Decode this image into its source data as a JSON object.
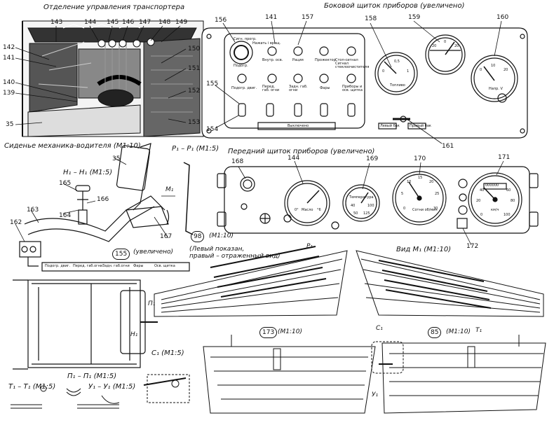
{
  "titles": {
    "control_compartment": "Отделение управления транспортера",
    "side_panel": "Боковой щиток приборов (увеличено)",
    "front_panel": "Передний щиток приборов (увеличено)",
    "driver_seat": "Сиденье механика-водителя (М1:10)",
    "section_p1": "P₁ – P₁ (М1:5)",
    "section_h1": "H₁ – H₁ (М1:5)",
    "view_m1": "Вид M₁ (М1:10)",
    "left_shown": "(Левый показан,",
    "right_mirror": "правый – отраженный вид)",
    "part98": "(М1:10)",
    "part173": "(М1:10)",
    "part85": "(М1:10)",
    "part155": "(увеличено)",
    "section_c1": "C₁ (М1:5)",
    "section_t1": "T₁ – T₁ (М1:5)",
    "section_pi1": "П₁ – П₁ (М1:5)",
    "section_u1": "У₁ – У₁ (М1:5)"
  },
  "callouts": {
    "c35": "35",
    "c139": "139",
    "c140": "140",
    "c141": "141",
    "c142": "142",
    "c143": "143",
    "c144": "144",
    "c145": "145",
    "c146": "146",
    "c147": "147",
    "c148": "148",
    "c149": "149",
    "c150": "150",
    "c151": "151",
    "c152": "152",
    "c153": "153",
    "c154": "154",
    "c155": "155",
    "c156": "156",
    "c157": "157",
    "c158": "158",
    "c159": "159",
    "c160": "160",
    "c161": "161",
    "c162": "162",
    "c163": "163",
    "c164": "164",
    "c165": "165",
    "c166": "166",
    "c167": "167",
    "c168": "168",
    "c169": "169",
    "c170": "170",
    "c171": "171",
    "c172": "172",
    "c98": "98",
    "c173": "173",
    "c85": "85",
    "c155b": "155"
  },
  "side_panel_labels": {
    "vnutr": "Внутр. осв.",
    "radio": "Рация",
    "projector": "Прожектор",
    "stop": "Стоп-сигнал Сигнал стеклоочистителя",
    "podogr": "Подогр. двиг.",
    "pered": "Перед. габ. огни",
    "zadn": "Задн. габ. огни",
    "fary": "Фары",
    "pribory": "Приборы и осв. щитка",
    "vykl": "Выключено",
    "toplivo": "Топливо",
    "napr": "Напр. V",
    "lever_l": "Левый бак",
    "lever_r": "Правый бак",
    "g158_0": "0",
    "g158_05": "0,5",
    "g158_1": "1",
    "g159_20": "20",
    "g159_0": "0",
    "g159_20b": "20",
    "g160_0": "0",
    "g160_10": "10",
    "g160_20": "20",
    "g156_a": "Нажать і вращ.",
    "g156_b": "Сигн. прогр.",
    "g156_c": "Подогр."
  },
  "front_panel_labels": {
    "maslo": "Масло",
    "deg0": "0°",
    "deg6": "°6",
    "temp": "Температура",
    "t40": "40",
    "t100": "100",
    "t50": "50",
    "t125": "125",
    "sr_ob": "Сотни об/мин",
    "r0": "0",
    "r5": "5",
    "r10": "10",
    "r15": "15",
    "r20": "20",
    "r25": "25",
    "r30": "30",
    "km_h": "км/ч",
    "k0": "0",
    "k20": "20",
    "k40": "40",
    "k60": "60",
    "k80": "80",
    "k100": "100",
    "odo": "000000"
  },
  "part155_strip": {
    "a": "Подогр. двиг.",
    "b": "Перед. габ.огни",
    "c": "Задн. габ.огни",
    "d": "Фары",
    "e": "Осв. щитка"
  },
  "markers": {
    "m1": "M₁",
    "p1": "P₁",
    "pi1": "П₁",
    "h1": "H₁",
    "c1": "C₁",
    "t1": "T₁",
    "u1": "У₁"
  }
}
